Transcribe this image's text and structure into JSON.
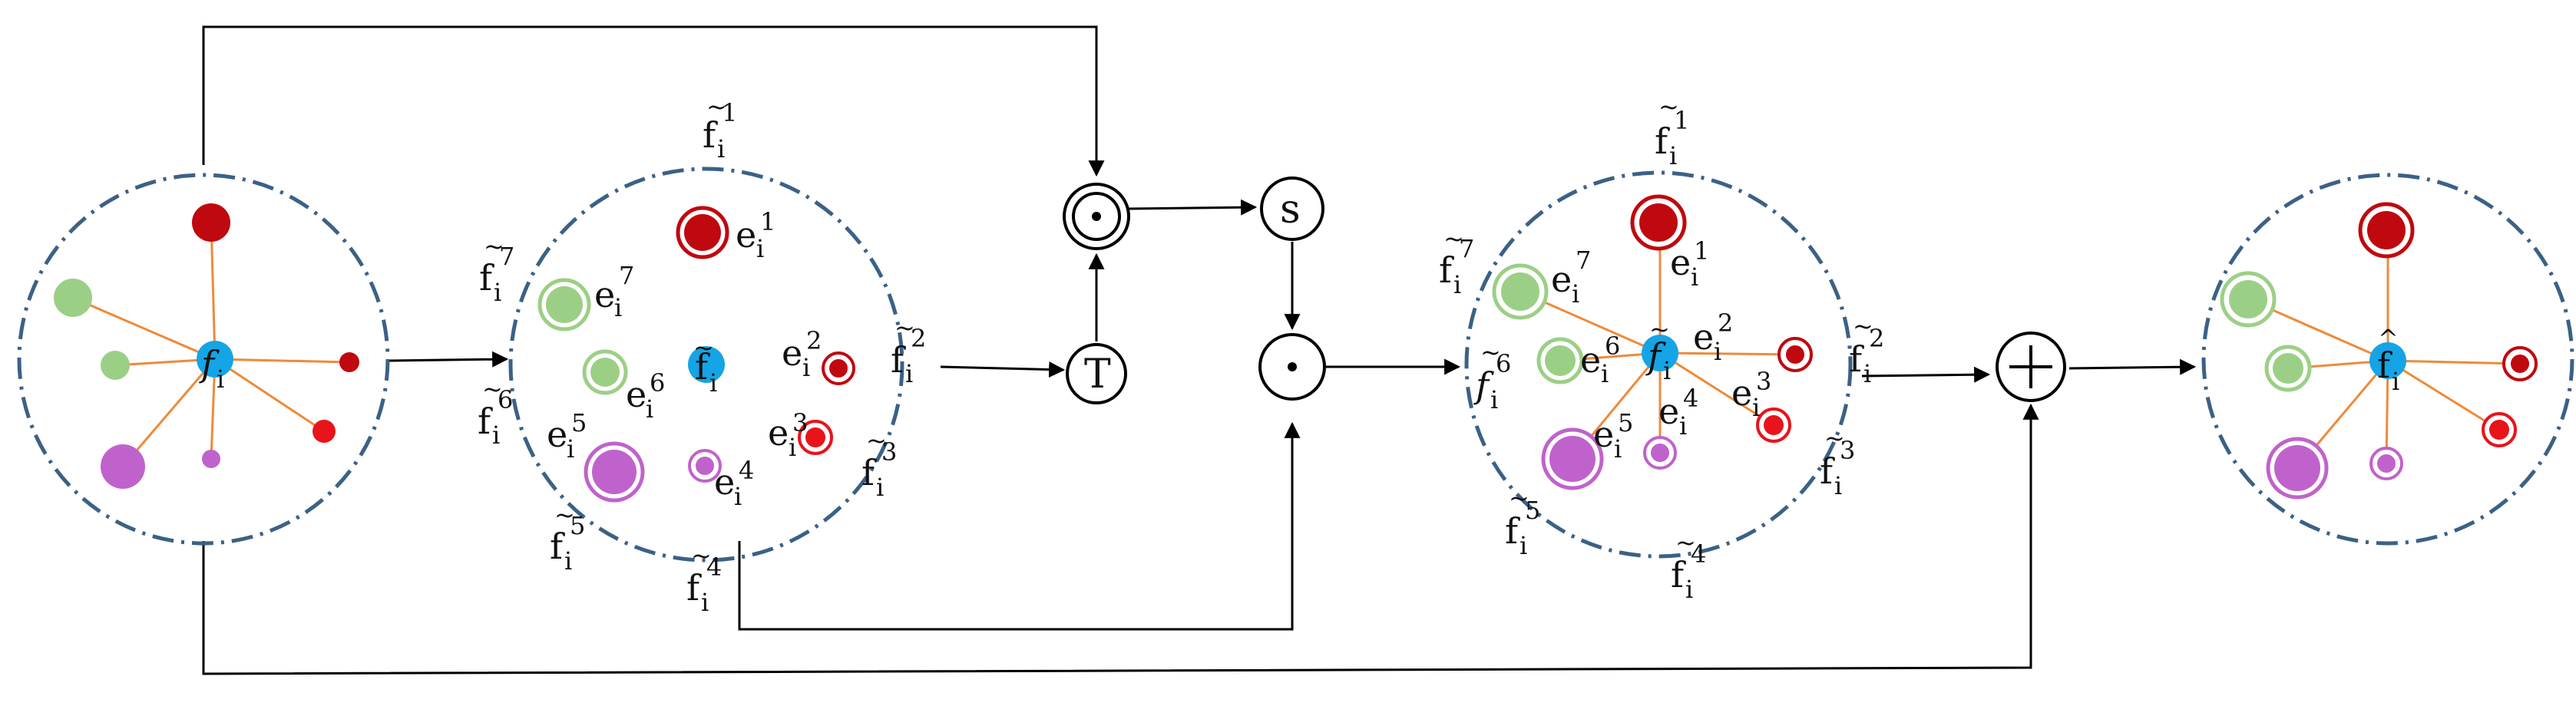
{
  "colors": {
    "dark_red": "#c0080f",
    "red": "#e8131b",
    "green": "#9ccf86",
    "purple": "#c062cc",
    "center_blue": "#15a4e6",
    "spoke_orange": "#ee8a3a",
    "ring_blue": "#3b6186"
  },
  "center_symbol": {
    "base": "f",
    "sub": "i",
    "accent": "~"
  },
  "stage1": {
    "center": {
      "base": "f",
      "sub": "i"
    }
  },
  "stage2": {
    "center": {
      "base": "f",
      "sub": "i"
    },
    "outer_labels": [
      {
        "base": "f",
        "sub": "i",
        "sup": "1"
      },
      {
        "base": "f",
        "sub": "i",
        "sup": "2"
      },
      {
        "base": "f",
        "sub": "i",
        "sup": "3"
      },
      {
        "base": "f",
        "sub": "i",
        "sup": "4"
      },
      {
        "base": "f",
        "sub": "i",
        "sup": "5"
      },
      {
        "base": "f",
        "sub": "i",
        "sup": "6"
      },
      {
        "base": "f",
        "sub": "i",
        "sup": "7"
      }
    ],
    "edge_labels": [
      {
        "base": "e",
        "sub": "i",
        "sup": "1"
      },
      {
        "base": "e",
        "sub": "i",
        "sup": "2"
      },
      {
        "base": "e",
        "sub": "i",
        "sup": "3"
      },
      {
        "base": "e",
        "sub": "i",
        "sup": "4"
      },
      {
        "base": "e",
        "sub": "i",
        "sup": "5"
      },
      {
        "base": "e",
        "sub": "i",
        "sup": "6"
      },
      {
        "base": "e",
        "sub": "i",
        "sup": "7"
      }
    ]
  },
  "stage3": {
    "center": {
      "base": "f",
      "sub": "i"
    }
  },
  "stage4": {
    "center": {
      "base": "f",
      "sub": "i"
    }
  },
  "operators": {
    "dot_top": "⊙",
    "transform": "T",
    "softmax": "s",
    "dot_bottom": "⊙",
    "plus": "+"
  }
}
